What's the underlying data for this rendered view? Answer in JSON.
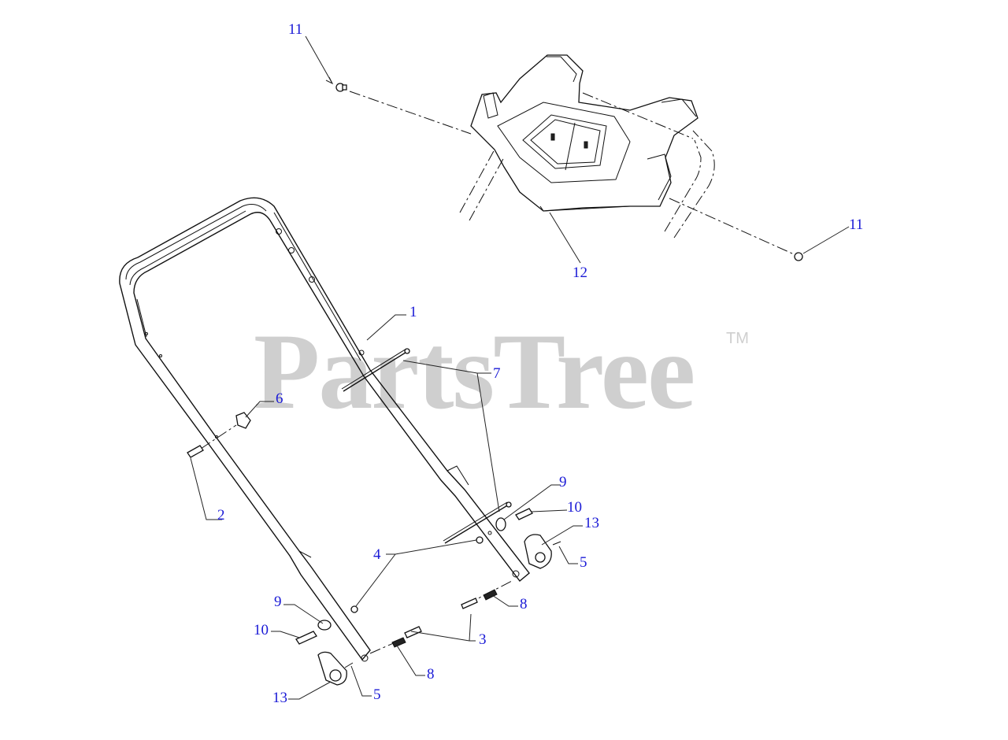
{
  "watermark": {
    "text": "PartsTree",
    "trademark": "TM"
  },
  "callouts": [
    "1",
    "2",
    "3",
    "4",
    "5",
    "6",
    "7",
    "8",
    "9",
    "10",
    "11",
    "12",
    "13"
  ],
  "colors": {
    "callout": "#1a1ad6",
    "watermark": "#cfcfcf",
    "line": "#111111"
  }
}
